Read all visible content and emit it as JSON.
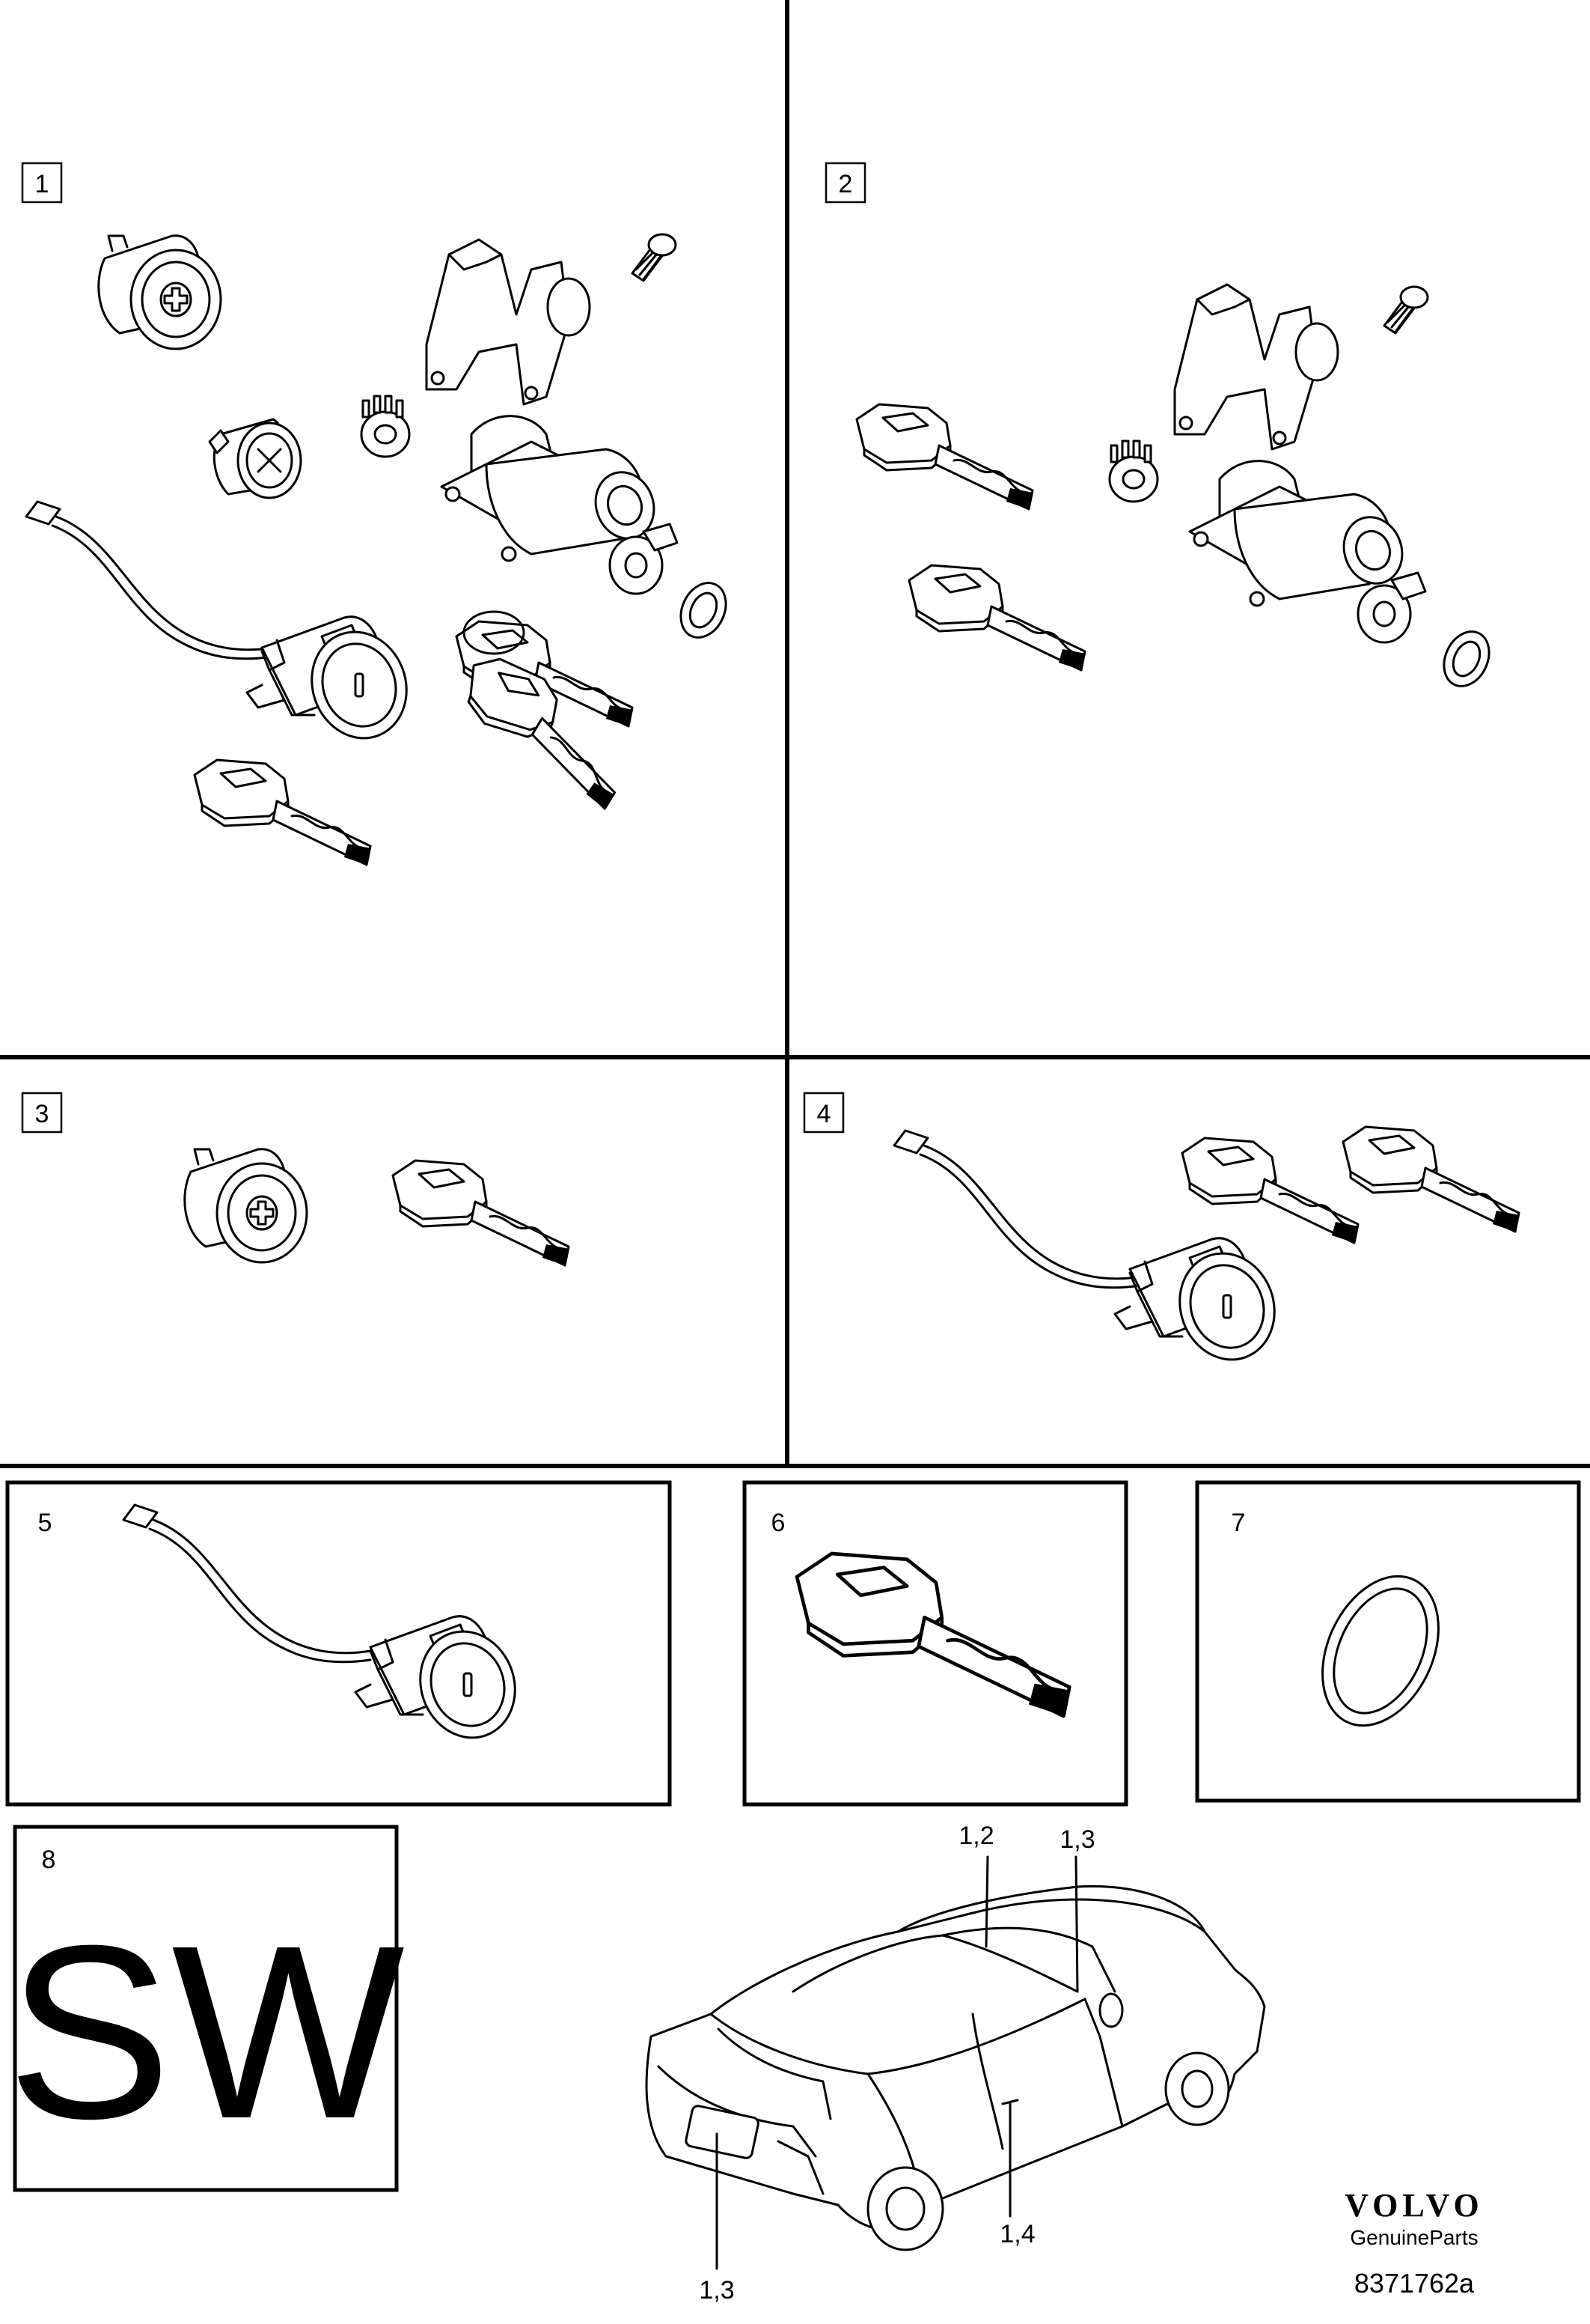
{
  "panels": [
    {
      "label": "1"
    },
    {
      "label": "2"
    },
    {
      "label": "3"
    },
    {
      "label": "4"
    },
    {
      "label": "5"
    },
    {
      "label": "6"
    },
    {
      "label": "7"
    },
    {
      "label": "8"
    }
  ],
  "market_code": "SW",
  "car_callouts": [
    {
      "text": "1,2"
    },
    {
      "text": "1,3"
    },
    {
      "text": "1,4"
    },
    {
      "text": "1,3"
    }
  ],
  "brand": {
    "name": "VOLVO",
    "subtitle": "GenuineParts"
  },
  "part_number": "8371762a"
}
